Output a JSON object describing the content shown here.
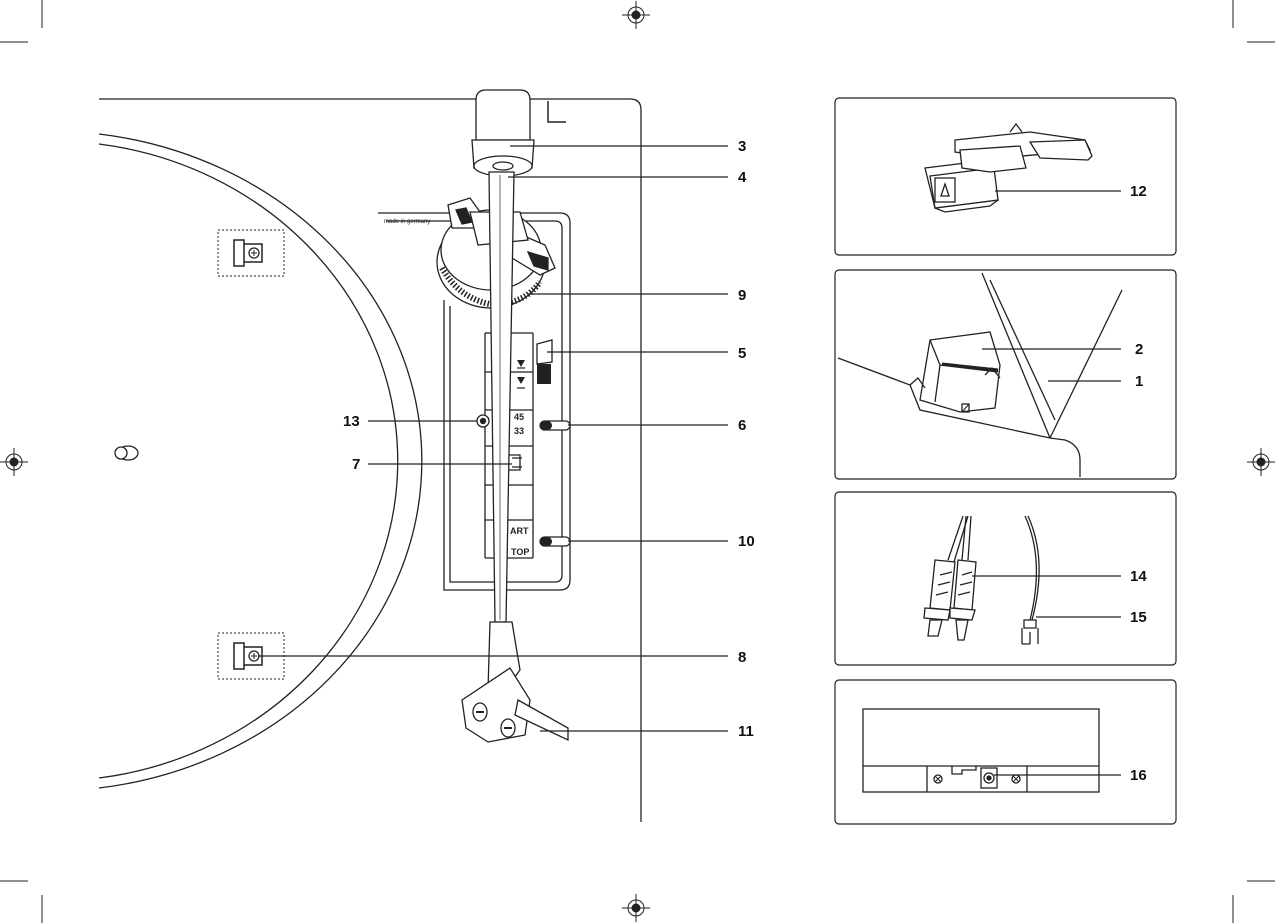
{
  "brand_text": "made in germany",
  "speed_labels": [
    "45",
    "33"
  ],
  "start_stop_labels": [
    "ART",
    "TOP"
  ],
  "callouts": {
    "c1": "1",
    "c2": "2",
    "c3": "3",
    "c4": "4",
    "c5": "5",
    "c6": "6",
    "c7": "7",
    "c8": "8",
    "c9": "9",
    "c10": "10",
    "c11": "11",
    "c12": "12",
    "c13": "13",
    "c14": "14",
    "c15": "15",
    "c16": "16"
  }
}
